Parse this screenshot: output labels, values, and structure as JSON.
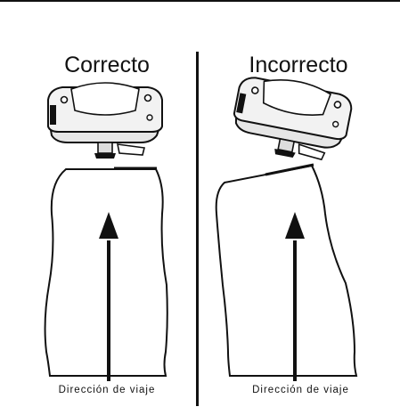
{
  "panels": {
    "correct": {
      "title": "Correcto",
      "caption": "Dirección de viaje"
    },
    "incorrect": {
      "title": "Incorrecto",
      "caption": "Dirección de viaje"
    }
  },
  "colors": {
    "ink": "#111111",
    "device_body": "#f2f2f2",
    "background": "#ffffff"
  },
  "icons": {
    "device": "mounted-sensor-device",
    "arrow": "direction-arrow-up"
  }
}
